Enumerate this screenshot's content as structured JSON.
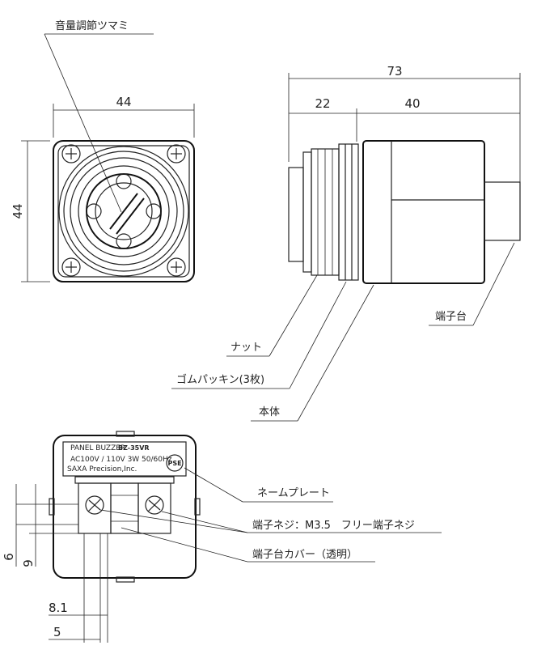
{
  "labels": {
    "volume_knob": "音量調節ツマミ",
    "terminal_block": "端子台",
    "nut": "ナット",
    "rubber_packing": "ゴムパッキン(3枚)",
    "body": "本体",
    "name_plate": "ネームプレート",
    "terminal_screw": "端子ネジ：M3.5　フリー端子ネジ",
    "terminal_cover": "端子台カバー（透明）"
  },
  "dimensions": {
    "front_width": "44",
    "front_height": "44",
    "total_length": "73",
    "front_depth": "22",
    "body_length": "40",
    "dim_6": "6",
    "dim_9": "9",
    "dim_8_1": "8.1",
    "dim_5": "5"
  },
  "name_plate": {
    "product": "PANEL BUZZER",
    "model": "BZ-35VR",
    "rating": "AC100V / 110V  3W  50/60Hz",
    "maker": "SAXA Precision,Inc.",
    "mark": "PSE"
  }
}
